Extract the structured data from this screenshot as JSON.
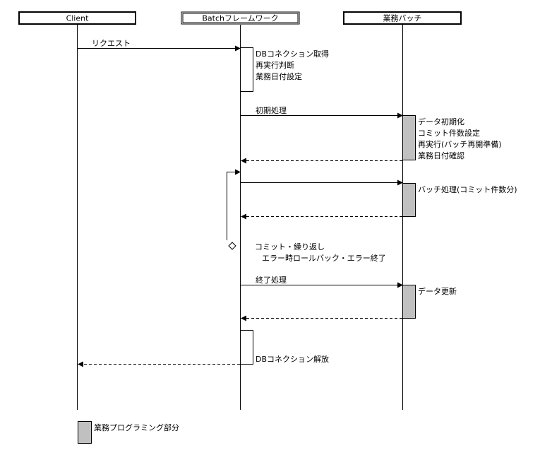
{
  "participants": [
    {
      "id": "client",
      "label": "Client",
      "box_style": "single"
    },
    {
      "id": "framework",
      "label": "Batchフレームワーク",
      "box_style": "double"
    },
    {
      "id": "batch",
      "label": "業務バッチ",
      "box_style": "single"
    }
  ],
  "messages": {
    "request": {
      "label": "リクエスト",
      "from": "client",
      "to": "framework",
      "style": "solid"
    },
    "init": {
      "label": "初期処理",
      "from": "framework",
      "to": "batch",
      "style": "solid"
    },
    "init_return": {
      "label": "",
      "from": "batch",
      "to": "framework",
      "style": "dashed"
    },
    "process": {
      "label": "",
      "from": "framework",
      "to": "batch",
      "style": "solid"
    },
    "process_return": {
      "label": "",
      "from": "batch",
      "to": "framework",
      "style": "dashed"
    },
    "finish": {
      "label": "終了処理",
      "from": "framework",
      "to": "batch",
      "style": "solid"
    },
    "finish_return": {
      "label": "",
      "from": "batch",
      "to": "framework",
      "style": "dashed"
    },
    "response": {
      "label": "",
      "from": "framework",
      "to": "client",
      "style": "dashed"
    }
  },
  "activations": {
    "fw_start": {
      "participant": "framework",
      "type": "framework",
      "notes": [
        "DBコネクション取得",
        "再実行判断",
        "業務日付設定"
      ]
    },
    "batch_init": {
      "participant": "batch",
      "type": "business",
      "notes": [
        "データ初期化",
        "コミット件数設定",
        "再実行(バッチ再開準備)",
        "業務日付確認"
      ]
    },
    "batch_process": {
      "participant": "batch",
      "type": "business",
      "notes": [
        "バッチ処理(コミット件数分)"
      ]
    },
    "batch_finish": {
      "participant": "batch",
      "type": "business",
      "notes": [
        "データ更新"
      ]
    },
    "fw_end": {
      "participant": "framework",
      "type": "framework",
      "notes": [
        "DBコネクション解放"
      ]
    }
  },
  "loop": {
    "notes": [
      "コミット・繰り返し",
      "エラー時ロールバック・エラー終了"
    ]
  },
  "legend": {
    "label": "業務プログラミング部分",
    "color": "#c0c0c0"
  },
  "colors": {
    "line": "#000000",
    "business_fill": "#c0c0c0",
    "framework_fill": "#ffffff",
    "background": "#ffffff"
  }
}
